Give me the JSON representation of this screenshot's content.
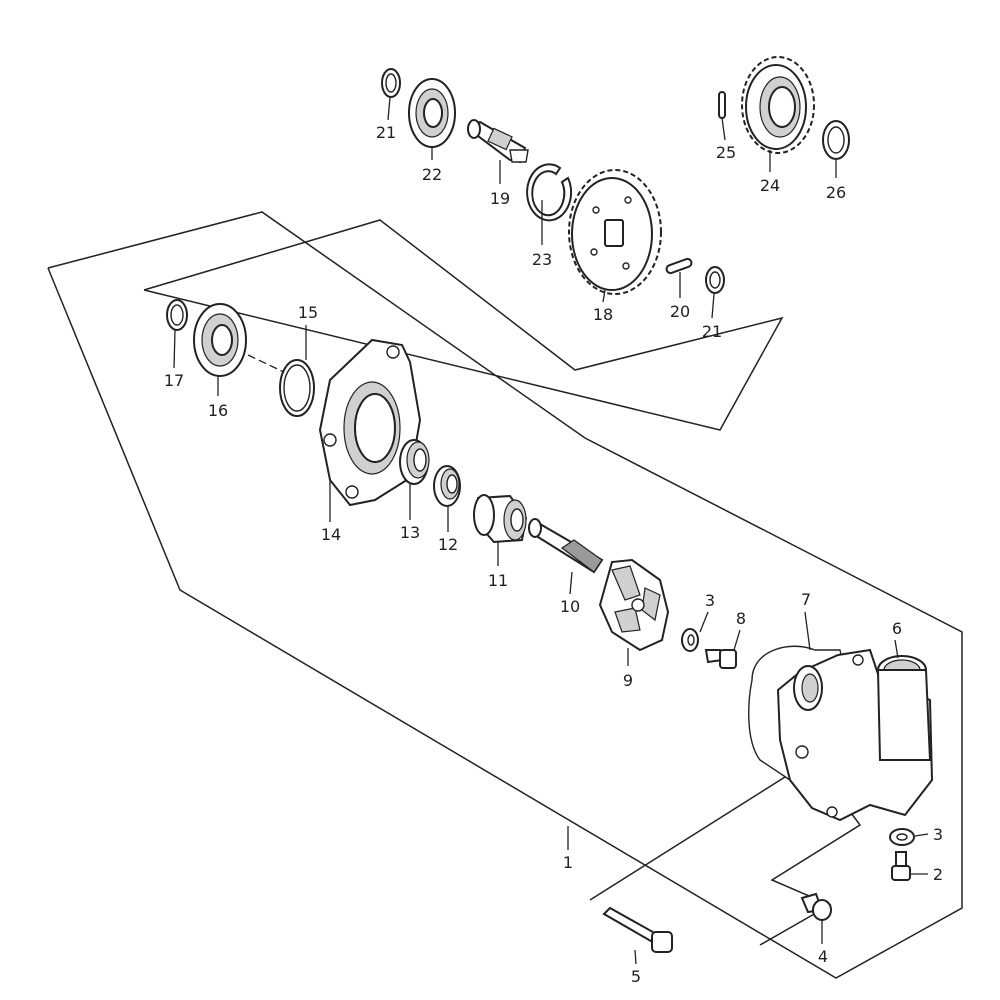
{
  "labels": {
    "p1": "1",
    "p2": "2",
    "p3a": "3",
    "p3b": "3",
    "p4": "4",
    "p5": "5",
    "p6": "6",
    "p7": "7",
    "p8": "8",
    "p9": "9",
    "p10": "10",
    "p11": "11",
    "p12": "12",
    "p13": "13",
    "p14": "14",
    "p15": "15",
    "p16": "16",
    "p17": "17",
    "p18": "18",
    "p19": "19",
    "p20": "20",
    "p21a": "21",
    "p21b": "21",
    "p22": "22",
    "p23": "23",
    "p24": "24",
    "p25": "25",
    "p26": "26"
  }
}
